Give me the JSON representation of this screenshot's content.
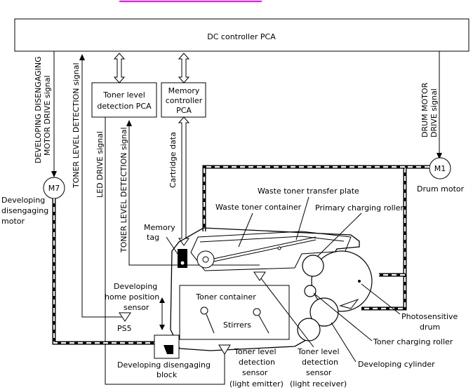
{
  "labels": {
    "dc_controller": "DC controller PCA",
    "toner_level_pca_1": "Toner level",
    "toner_level_pca_2": "detection PCA",
    "memory_pca_1": "Memory",
    "memory_pca_2": "controller",
    "memory_pca_3": "PCA",
    "dev_signal_1": "DEVELOPING DISENGAGING",
    "dev_signal_2": "MOTOR DRIVE   signal",
    "toner_detect_signal_left": "TONER LEVEL DETECTION signal",
    "led_drive": "LED DRIVE   signal",
    "toner_detect_signal_mid": "TONER LEVEL DETECTION signal",
    "cartridge_data": "Cartridge data",
    "drum_signal_1": "DRUM MOTOR",
    "drum_signal_2": "DRIVE   signal",
    "m7": "M7",
    "m1": "M1",
    "drum_motor": "Drum motor",
    "dev_motor_1": "Developing",
    "dev_motor_2": "disengaging",
    "dev_motor_3": "motor",
    "waste_plate": "Waste toner transfer plate",
    "waste_container": "Waste toner container",
    "primary_roller": "Primary charging roller",
    "memory_tag_1": "Memory",
    "memory_tag_2": "tag",
    "toner_container": "Toner container",
    "stirrers": "Stirrers",
    "home_sensor_1": "Developing",
    "home_sensor_2": "home position",
    "home_sensor_3": "sensor",
    "ps5": "PS5",
    "photo_drum_1": "Photosensitive",
    "photo_drum_2": "drum",
    "toner_charging_roller": "Toner charging roller",
    "developing_cylinder": "Developing cylinder",
    "disengaging_block_1": "Developing disengaging",
    "disengaging_block_2": "block",
    "emitter_1": "Toner level",
    "emitter_2": "detection",
    "emitter_3": "sensor",
    "emitter_4": "(light emitter)",
    "receiver_1": "Toner level",
    "receiver_2": "detection",
    "receiver_3": "sensor",
    "receiver_4": "(light receiver)"
  }
}
